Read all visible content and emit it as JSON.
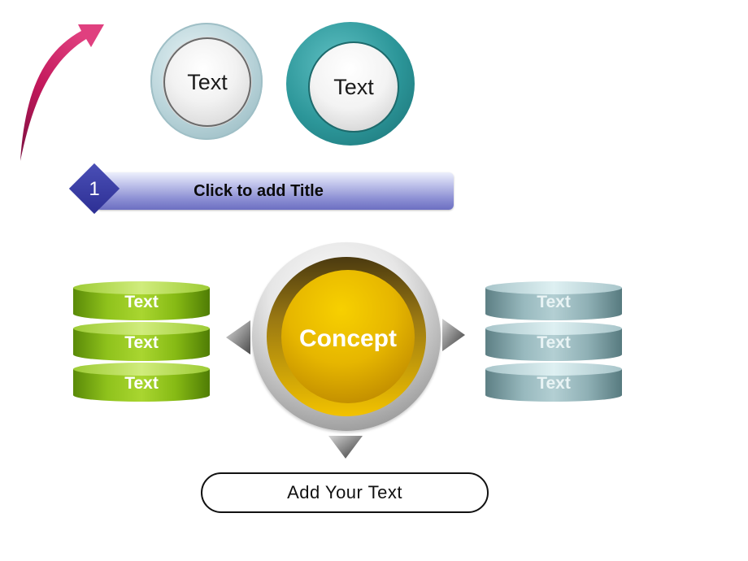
{
  "colors": {
    "arrow": "#c2185b",
    "title_bar": "#8d90d4",
    "number_diamond": "#2d2f94",
    "left_stack": "#8fc21c",
    "right_stack": "#98b9be",
    "concept": "#f2c200"
  },
  "buttons": [
    {
      "label": "Text"
    },
    {
      "label": "Text"
    }
  ],
  "title": {
    "number": "1",
    "text": "Click to add Title"
  },
  "left_stack": {
    "items": [
      {
        "label": "Text"
      },
      {
        "label": "Text"
      },
      {
        "label": "Text"
      }
    ]
  },
  "right_stack": {
    "items": [
      {
        "label": "Text"
      },
      {
        "label": "Text"
      },
      {
        "label": "Text"
      }
    ]
  },
  "concept": {
    "label": "Concept"
  },
  "footer": {
    "text": "Add Your Text"
  }
}
